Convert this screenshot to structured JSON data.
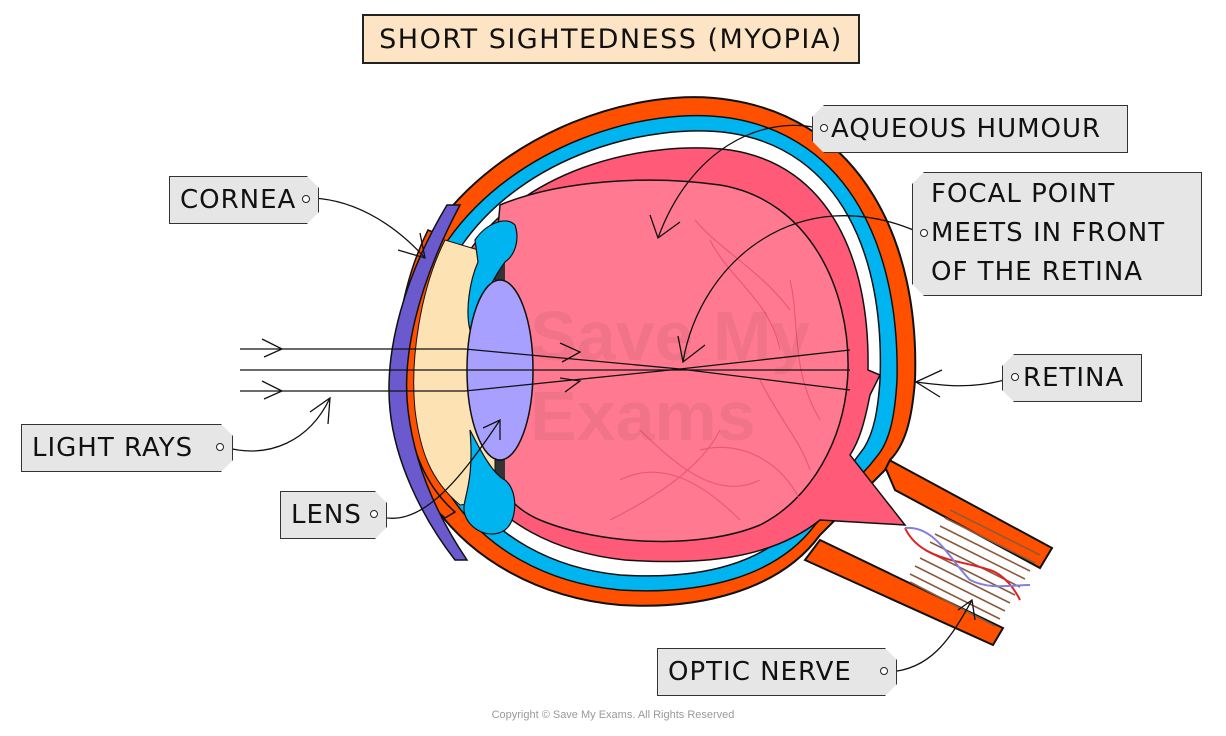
{
  "title": "SHORT SIGHTEDNESS (MYOPIA)",
  "labels": {
    "aqueous_humour": "AQUEOUS HUMOUR",
    "focal_point": [
      "FOCAL POINT",
      "MEETS IN FRONT",
      "OF THE RETINA"
    ],
    "cornea": "CORNEA",
    "retina": "RETINA",
    "light_rays": "LIGHT RAYS",
    "lens": "LENS",
    "optic_nerve": "OPTIC NERVE"
  },
  "watermark": [
    "Save My",
    "Exams"
  ],
  "copyright": "Copyright © Save My Exams. All Rights Reserved",
  "colors": {
    "sclera": "#ff5000",
    "choroid": "#00b4f0",
    "vitreous": "#ff7a90",
    "retina_layer": "#ff5a78",
    "cornea": "#6a5acd",
    "aqueous": "#fde2b4",
    "lens": "#a7a0ff",
    "ciliary": "#00b4f0",
    "title_bg": "#fde4c4",
    "tag_bg": "#e6e6e6"
  }
}
